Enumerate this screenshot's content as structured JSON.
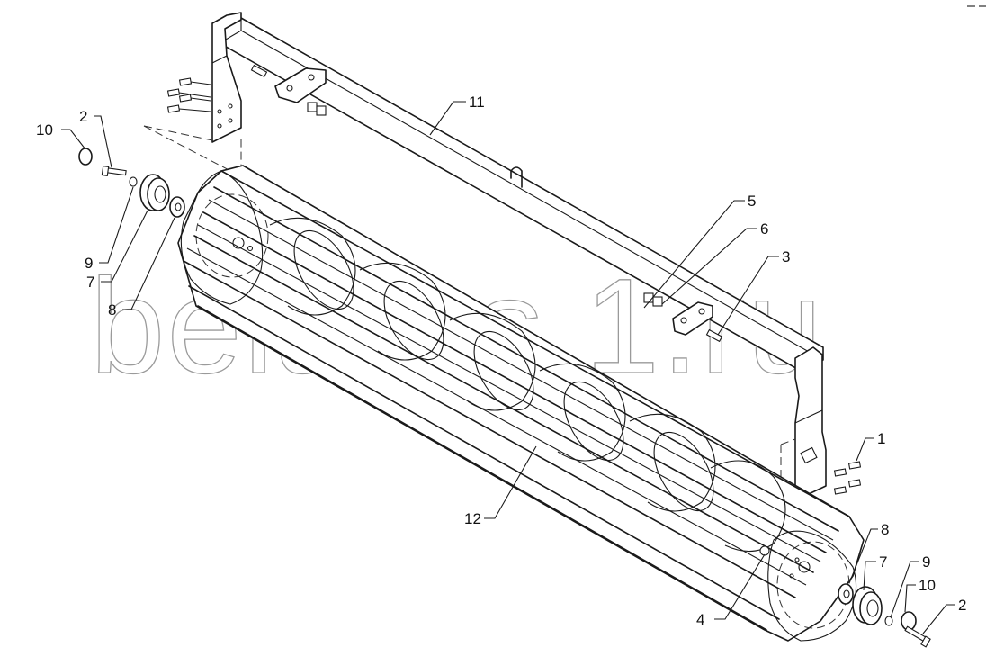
{
  "diagram": {
    "watermark": "belarus 1.ru",
    "callouts": [
      {
        "id": "c10a",
        "text": "10"
      },
      {
        "id": "c2a",
        "text": "2"
      },
      {
        "id": "c9a",
        "text": "9"
      },
      {
        "id": "c7a",
        "text": "7"
      },
      {
        "id": "c8a",
        "text": "8"
      },
      {
        "id": "c11",
        "text": "11"
      },
      {
        "id": "c5",
        "text": "5"
      },
      {
        "id": "c6",
        "text": "6"
      },
      {
        "id": "c3",
        "text": "3"
      },
      {
        "id": "c1",
        "text": "1"
      },
      {
        "id": "c12",
        "text": "12"
      },
      {
        "id": "c8b",
        "text": "8"
      },
      {
        "id": "c7b",
        "text": "7"
      },
      {
        "id": "c9b",
        "text": "9"
      },
      {
        "id": "c10b",
        "text": "10"
      },
      {
        "id": "c2b",
        "text": "2"
      },
      {
        "id": "c4",
        "text": "4"
      }
    ]
  }
}
